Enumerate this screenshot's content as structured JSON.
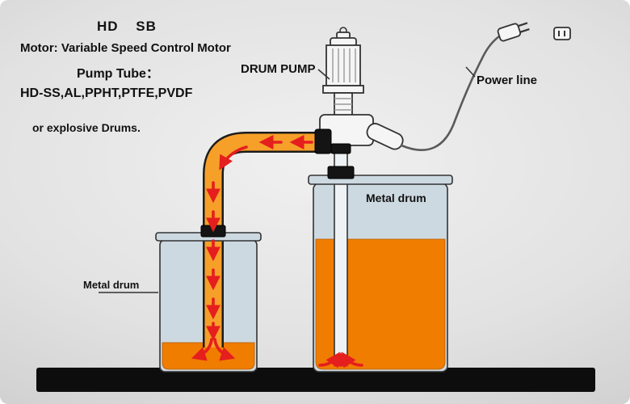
{
  "annotations": {
    "model": "HD SB",
    "motor": "Motor: Variable Speed Control Motor",
    "pump_tube_title": "Pump Tube：",
    "pump_tube_materials": "HD-SS,AL,PPHT,PTFE,PVDF",
    "drums_note": "or explosive Drums.",
    "pump_label": "DRUM PUMP",
    "power_line_label": "Power line",
    "large_drum_label": "Metal drum",
    "small_drum_label": "Metal drum"
  },
  "colors": {
    "background": "#d9d9d9",
    "floor": "#0d0d0d",
    "drum_body": "#cdd9e1",
    "liquid": "#f07c00",
    "hose": "#f6a02a",
    "arrow": "#e51e1e",
    "pump_body": "#f5f5f5",
    "outline": "#333333"
  }
}
